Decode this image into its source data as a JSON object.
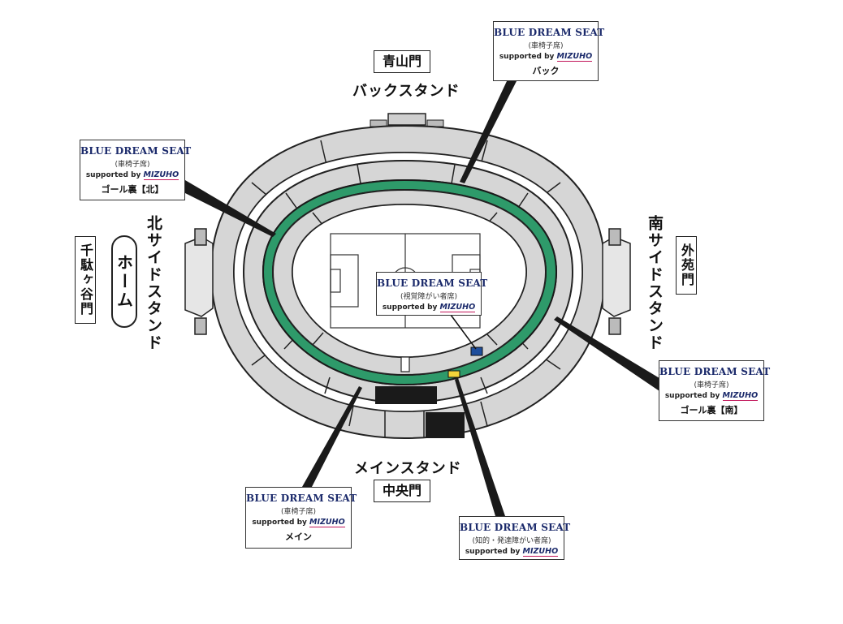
{
  "gates": {
    "top": "青山門",
    "bottom": "中央門",
    "left": "千駄ヶ谷門",
    "right": "外苑門"
  },
  "home_label": "ホーム",
  "stands": {
    "back": "バックスタンド",
    "main": "メインスタンド",
    "north": "北サイドスタンド",
    "south": "南サイドスタンド"
  },
  "cards": {
    "back": {
      "brand": "BLUE DREAM SEAT",
      "sub": "(車椅子席)",
      "sponsor_prefix": "supported by",
      "sponsor": "MIZUHO",
      "zone": "バック"
    },
    "north": {
      "brand": "BLUE DREAM SEAT",
      "sub": "(車椅子席)",
      "sponsor_prefix": "supported by",
      "sponsor": "MIZUHO",
      "zone": "ゴール裏【北】"
    },
    "center": {
      "brand": "BLUE DREAM SEAT",
      "sub": "(視覚障がい者席)",
      "sponsor_prefix": "supported by",
      "sponsor": "MIZUHO"
    },
    "south": {
      "brand": "BLUE DREAM SEAT",
      "sub": "(車椅子席)",
      "sponsor_prefix": "supported by",
      "sponsor": "MIZUHO",
      "zone": "ゴール裏【南】"
    },
    "main": {
      "brand": "BLUE DREAM SEAT",
      "sub": "(車椅子席)",
      "sponsor_prefix": "supported by",
      "sponsor": "MIZUHO",
      "zone": "メイン"
    },
    "main2": {
      "brand": "BLUE DREAM SEAT",
      "sub": "(知的・発達障がい者席)",
      "sponsor_prefix": "supported by",
      "sponsor": "MIZUHO"
    }
  },
  "colors": {
    "track": "#2e9a6a",
    "seat": "#d6d6d6",
    "outline": "#222222",
    "marker_blue": "#1f4e9c",
    "marker_yellow": "#f2d43a",
    "brand_navy": "#1b2a6b"
  }
}
